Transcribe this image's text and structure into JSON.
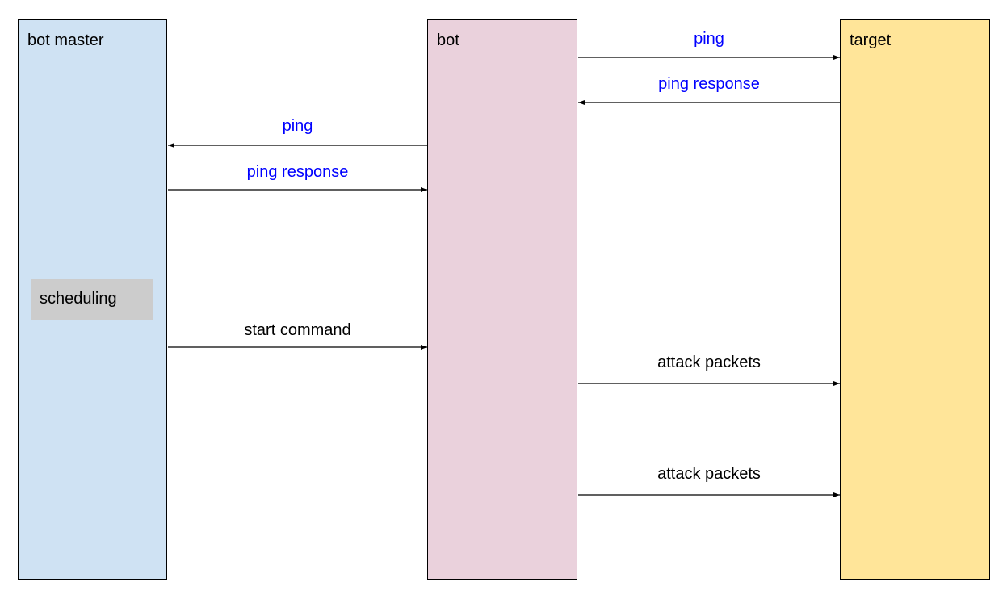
{
  "colors": {
    "bot_master": "#cfe2f3",
    "bot": "#ead1dc",
    "target": "#ffe599",
    "note": "#cccccc",
    "ping_text": "#0000ff",
    "command_text": "#000000",
    "line": "#000000"
  },
  "lanes": {
    "bot_master": "bot master",
    "bot": "bot",
    "target": "target"
  },
  "note": {
    "label": "scheduling"
  },
  "messages": [
    {
      "label": "ping",
      "from": "bot",
      "to": "target",
      "kind": "ping"
    },
    {
      "label": "ping response",
      "from": "target",
      "to": "bot",
      "kind": "ping"
    },
    {
      "label": "ping",
      "from": "bot",
      "to": "bot_master",
      "kind": "ping"
    },
    {
      "label": "ping response",
      "from": "bot_master",
      "to": "bot",
      "kind": "ping"
    },
    {
      "label": "start command",
      "from": "bot_master",
      "to": "bot",
      "kind": "command"
    },
    {
      "label": "attack packets",
      "from": "bot",
      "to": "target",
      "kind": "command"
    },
    {
      "label": "attack packets",
      "from": "bot",
      "to": "target",
      "kind": "command"
    }
  ]
}
